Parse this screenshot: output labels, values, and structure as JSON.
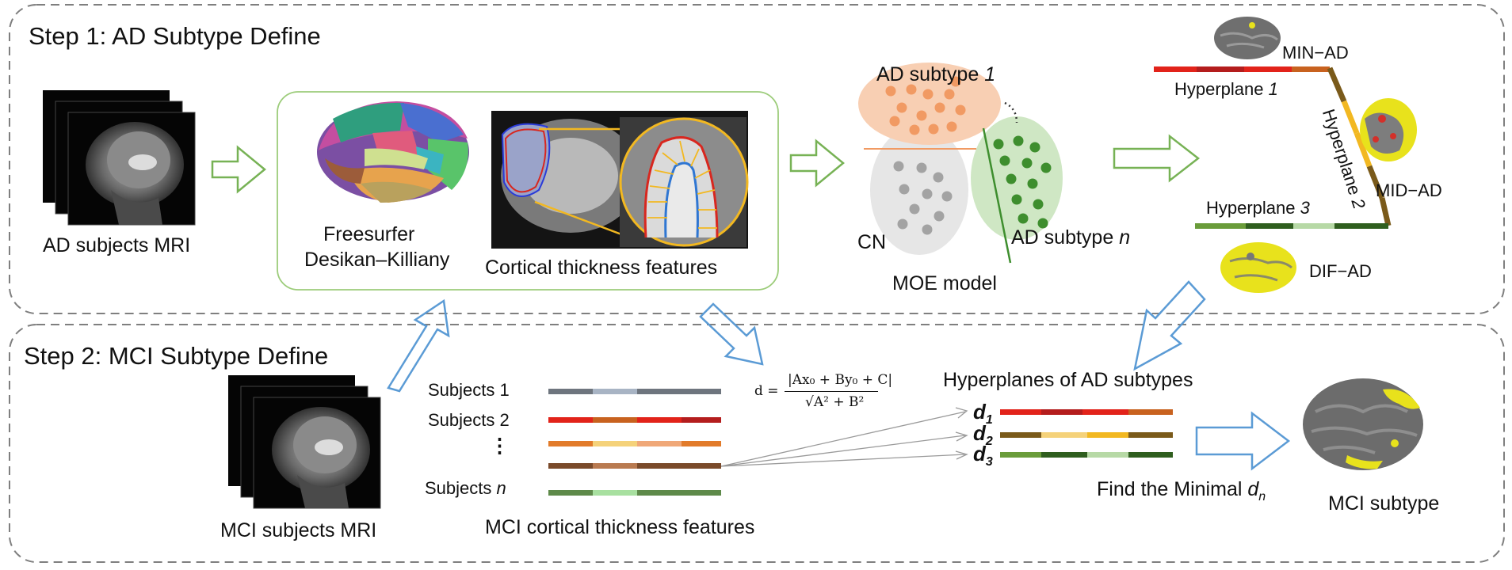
{
  "step1": {
    "title": "Step 1: AD Subtype Define",
    "mri_label": "AD subjects MRI",
    "atlas_line1": "Freesurfer",
    "atlas_line2": "Desikan–Killiany",
    "features_label": "Cortical thickness features",
    "moe": {
      "subtype1_prefix": "AD subtype ",
      "subtype1_index": "1",
      "subtypen_prefix": "AD subtype ",
      "subtypen_index": "n",
      "cn": "CN",
      "model": "MOE model"
    },
    "hyperplanes": {
      "h1_prefix": "Hyperplane ",
      "h1_index": "1",
      "h2_prefix": "Hyperplane ",
      "h2_index": "2",
      "h3_prefix": "Hyperplane ",
      "h3_index": "3",
      "min_ad": "MIN−AD",
      "mid_ad": "MID−AD",
      "dif_ad": "DIF−AD"
    }
  },
  "step2": {
    "title": "Step 2: MCI Subtype Define",
    "mri_label": "MCI subjects MRI",
    "subjects": {
      "s1": "Subjects 1",
      "s2": "Subjects 2",
      "dots": "⋮",
      "sn_prefix": "Subjects ",
      "sn_index": "n"
    },
    "features_label": "MCI cortical thickness features",
    "formula": {
      "lhs": "d =",
      "numerator": "|Ax₀ + By₀ + C|",
      "denominator": "√A² + B²"
    },
    "hyperplanes_title": "Hyperplanes of AD subtypes",
    "d_labels": [
      "d",
      "d",
      "d"
    ],
    "d_subs": [
      "1",
      "2",
      "3"
    ],
    "find_minimal_prefix": "Find the Minimal ",
    "find_minimal_var": "d",
    "find_minimal_sub": "n",
    "result_label": "MCI subtype"
  },
  "colors": {
    "step1_arrow": "#77b255",
    "step2_arrow": "#5b9bd5",
    "subtype1_fill": "#f8cfb3",
    "subtype1_dots": "#f19a63",
    "subtypen_fill": "#cfe7c4",
    "subtypen_dots": "#3e8e2e",
    "cn_fill": "#e6e6e6",
    "cn_dots": "#a3a3a3",
    "brain_gray": "#6f6f6f",
    "brain_yellow": "#e8e21c",
    "atrophy_red": "#d3302a"
  }
}
